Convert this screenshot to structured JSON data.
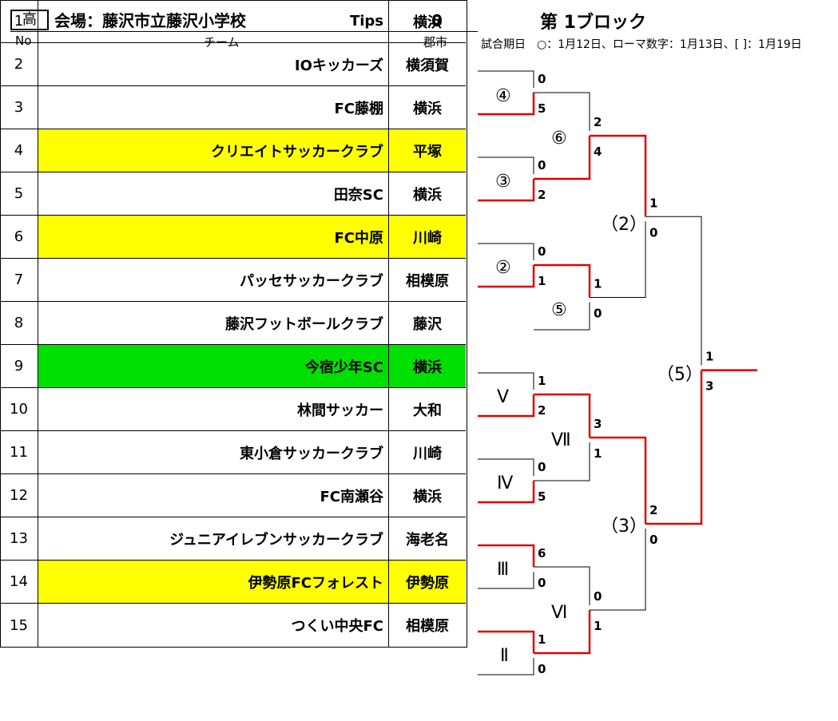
{
  "header": {
    "badge": "高",
    "venue": "会場：藤沢市立藤沢小学校",
    "zero": "0",
    "block": "第 1ブロック",
    "dates_note": "試合期日　○：1月12日、ローマ数字：1月13日、[ ]：1月19日"
  },
  "columns": {
    "no": "No",
    "team": "チーム",
    "city": "郡市"
  },
  "colors": {
    "winner_line": "#e00000",
    "line": "#000000",
    "highlight_yellow": "#ffff00",
    "highlight_green": "#00e000"
  },
  "teams": [
    {
      "no": "1",
      "team": "Tips",
      "city": "横浜",
      "highlight": ""
    },
    {
      "no": "2",
      "team": "IOキッカーズ",
      "city": "横須賀",
      "highlight": ""
    },
    {
      "no": "3",
      "team": "FC藤棚",
      "city": "横浜",
      "highlight": ""
    },
    {
      "no": "4",
      "team": "クリエイトサッカークラブ",
      "city": "平塚",
      "highlight": "yellow"
    },
    {
      "no": "5",
      "team": "田奈SC",
      "city": "横浜",
      "highlight": ""
    },
    {
      "no": "6",
      "team": "FC中原",
      "city": "川崎",
      "highlight": "yellow"
    },
    {
      "no": "7",
      "team": "パッセサッカークラブ",
      "city": "相模原",
      "highlight": ""
    },
    {
      "no": "8",
      "team": "藤沢フットボールクラブ",
      "city": "藤沢",
      "highlight": ""
    },
    {
      "no": "9",
      "team": "今宿少年SC",
      "city": "横浜",
      "highlight": "green"
    },
    {
      "no": "10",
      "team": "林間サッカー",
      "city": "大和",
      "highlight": ""
    },
    {
      "no": "11",
      "team": "東小倉サッカークラブ",
      "city": "川崎",
      "highlight": ""
    },
    {
      "no": "12",
      "team": "FC南瀬谷",
      "city": "横浜",
      "highlight": ""
    },
    {
      "no": "13",
      "team": "ジュニアイレブンサッカークラブ",
      "city": "海老名",
      "highlight": ""
    },
    {
      "no": "14",
      "team": "伊勢原FCフォレスト",
      "city": "伊勢原",
      "highlight": "yellow"
    },
    {
      "no": "15",
      "team": "つくい中央FC",
      "city": "相模原",
      "highlight": ""
    }
  ],
  "matches": [
    {
      "label": "④",
      "top_score": "0",
      "bottom_score": "5",
      "winner": "bottom"
    },
    {
      "label": "③",
      "top_score": "0",
      "bottom_score": "2",
      "winner": "bottom"
    },
    {
      "label": "⑥",
      "top_score": "2",
      "bottom_score": "4",
      "winner": "bottom"
    },
    {
      "label": "②",
      "top_score": "0",
      "bottom_score": "1",
      "winner": "bottom"
    },
    {
      "label": "⑤",
      "top_score": "1",
      "bottom_score": "0",
      "winner": "top"
    },
    {
      "label": "（2）",
      "top_score": "1",
      "bottom_score": "0",
      "winner": "top"
    },
    {
      "label": "Ⅴ",
      "top_score": "1",
      "bottom_score": "2",
      "winner": "bottom"
    },
    {
      "label": "Ⅳ",
      "top_score": "0",
      "bottom_score": "5",
      "winner": "bottom"
    },
    {
      "label": "Ⅶ",
      "top_score": "3",
      "bottom_score": "1",
      "winner": "top"
    },
    {
      "label": "Ⅲ",
      "top_score": "6",
      "bottom_score": "0",
      "winner": "top"
    },
    {
      "label": "Ⅱ",
      "top_score": "1",
      "bottom_score": "0",
      "winner": "top"
    },
    {
      "label": "Ⅵ",
      "top_score": "0",
      "bottom_score": "1",
      "winner": "bottom"
    },
    {
      "label": "（3）",
      "top_score": "2",
      "bottom_score": "0",
      "winner": "top"
    },
    {
      "label": "（5）",
      "top_score": "1",
      "bottom_score": "3",
      "winner": "bottom"
    }
  ]
}
